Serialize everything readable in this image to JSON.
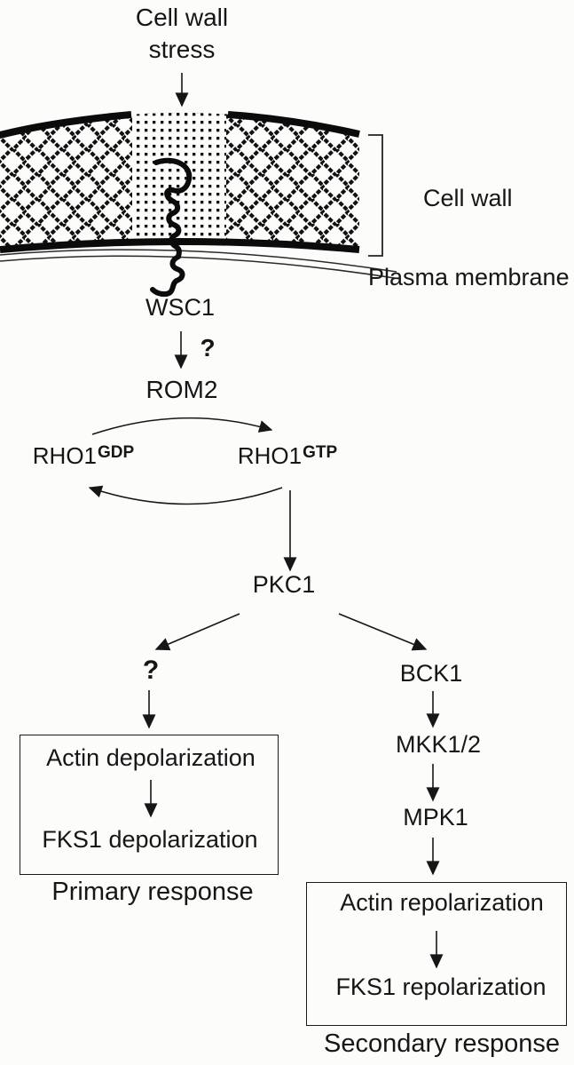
{
  "colors": {
    "ink": "#161616",
    "paper": "#fcfcfb"
  },
  "membrane": {
    "stress_label": "Cell wall stress",
    "cell_wall_label": "Cell wall",
    "plasma_membrane_label": "Plasma membrane",
    "receptor": "WSC1"
  },
  "nodes": {
    "unknown_step_1": "?",
    "rom2": "ROM2",
    "rho1_gdp": {
      "base": "RHO1",
      "sup": "GDP"
    },
    "rho1_gtp": {
      "base": "RHO1",
      "sup": "GTP"
    },
    "pkc1": "PKC1",
    "unknown_step_2": "?",
    "bck1": "BCK1",
    "mkk12": "MKK1/2",
    "mpk1": "MPK1"
  },
  "primary_response": {
    "step1": "Actin depolarization",
    "step2": "FKS1 depolarization",
    "caption": "Primary response"
  },
  "secondary_response": {
    "step1": "Actin repolarization",
    "step2": "FKS1 repolarization",
    "caption": "Secondary response"
  }
}
